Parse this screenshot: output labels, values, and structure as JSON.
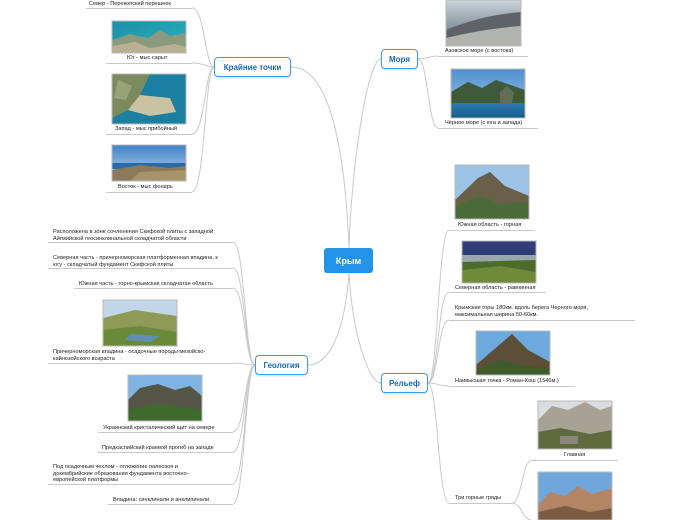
{
  "root": "Крым",
  "branches": {
    "extreme": "Крайние точки",
    "seas": "Моря",
    "geology": "Геология",
    "relief": "Рельеф"
  },
  "extreme_items": {
    "north": "Север - Перекопский перешеек",
    "south": "Юг - мыс сарыт",
    "west": "Запад - мыс прибойный",
    "east": "Восток - мыс фонарь"
  },
  "seas_items": {
    "azov": "Азовское море (с востока)",
    "black": "Чёрное море (с юга и запада)"
  },
  "geology_items": {
    "g1": "Расположена в зоне сочленения Скифской плиты с западной Айгмийской геосинклинальной складчатой области",
    "g2": "Северная часть - причерноморская платформенная впадина, к югу - складчатый фундамент Скифской плиты",
    "g3": "Южная часть - горно-крымская складчатая область",
    "g4": "Причерноморская впадина - осадочные породы мезойско-кайнозойского возраста",
    "g5": "Украинский кристалический щит на севере",
    "g6": "Предкаспийский краевой прогиб на западе",
    "g7": "Под осадочным чехлом - отложение палеозоя и докембрийские образования фундамента восточно-европейской платформы",
    "g8": "Впадина: синклинали и анклипинали"
  },
  "relief_items": {
    "r1": "Южная область - горная",
    "r2": "Северная область - равнинная",
    "r3": "Крымские горы 180км. вдоль берега Черного моря, максимальная ширина 50-60км.",
    "r4": "Наивысшая точка - Роман-Кош (1546м.)",
    "r5": "Три горные гряды",
    "r5a": "Главная"
  }
}
